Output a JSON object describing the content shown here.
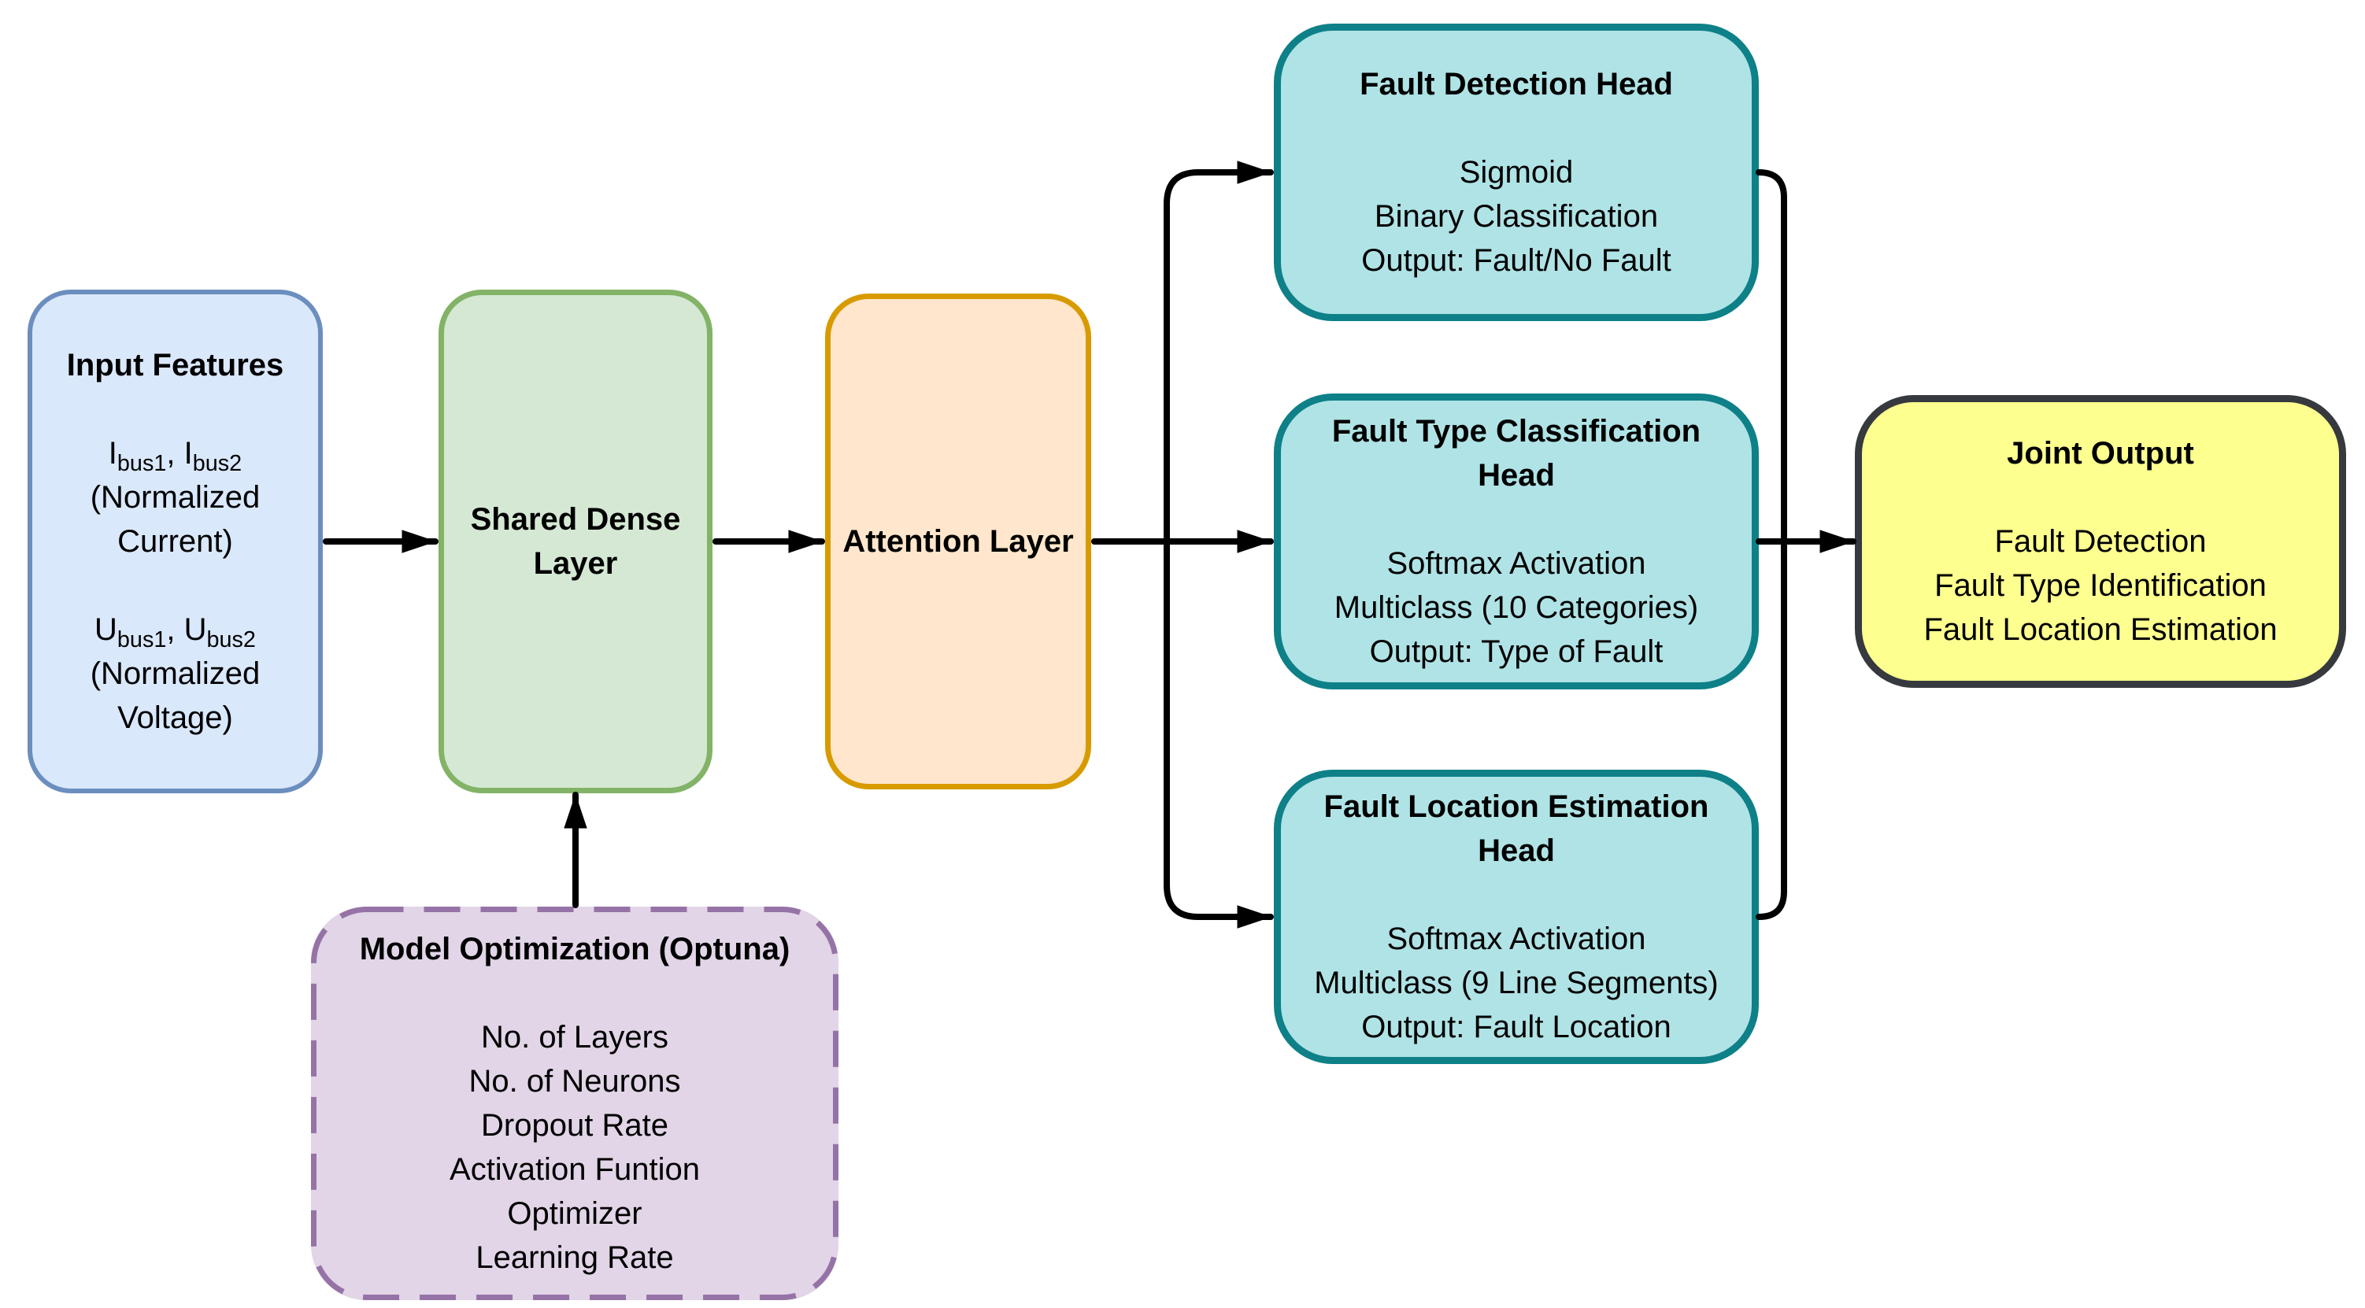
{
  "canvas": {
    "background": "#ffffff",
    "text_color": "#000000",
    "connector_color": "#000000"
  },
  "nodes": {
    "input_features": {
      "title": "Input Features",
      "current_group": [
        "I_{bus1}, I_{bus2}",
        "(Normalized",
        "Current)"
      ],
      "voltage_group": [
        "U_{bus1}, U_{bus2}",
        "(Normalized",
        "Voltage)"
      ],
      "fill": "#dae8fc",
      "border": "#6c8ebf"
    },
    "shared_dense_layer": {
      "title": [
        "Shared Dense",
        "Layer"
      ],
      "fill": "#d5e8d4",
      "border": "#82b366"
    },
    "attention_layer": {
      "title": "Attention Layer",
      "fill": "#ffe6cc",
      "border": "#d79b00"
    },
    "fault_detection_head": {
      "title": "Fault Detection Head",
      "body": [
        "Sigmoid",
        "Binary Classification",
        "Output: Fault/No Fault"
      ],
      "fill": "#b0e3e6",
      "border": "#0e8088"
    },
    "fault_type_classification_head": {
      "title": [
        "Fault Type Classification",
        "Head"
      ],
      "body": [
        "Softmax Activation",
        "Multiclass (10 Categories)",
        "Output: Type of Fault"
      ],
      "fill": "#b0e3e6",
      "border": "#0e8088"
    },
    "fault_location_estimation_head": {
      "title": [
        "Fault Location Estimation",
        "Head"
      ],
      "body": [
        "Softmax Activation",
        "Multiclass (9 Line Segments)",
        "Output: Fault Location"
      ],
      "fill": "#b0e3e6",
      "border": "#0e8088"
    },
    "joint_output": {
      "title": "Joint Output",
      "body": [
        "Fault Detection",
        "Fault Type Identification",
        "Fault Location Estimation"
      ],
      "fill": "#fdff8f",
      "border": "#36393d"
    },
    "model_optimization": {
      "title": "Model Optimization (Optuna)",
      "body": [
        "No. of Layers",
        "No. of Neurons",
        "Dropout Rate",
        "Activation Funtion",
        "Optimizer",
        "Learning Rate"
      ],
      "fill": "#e1d5e7",
      "border": "#9673a6"
    }
  }
}
